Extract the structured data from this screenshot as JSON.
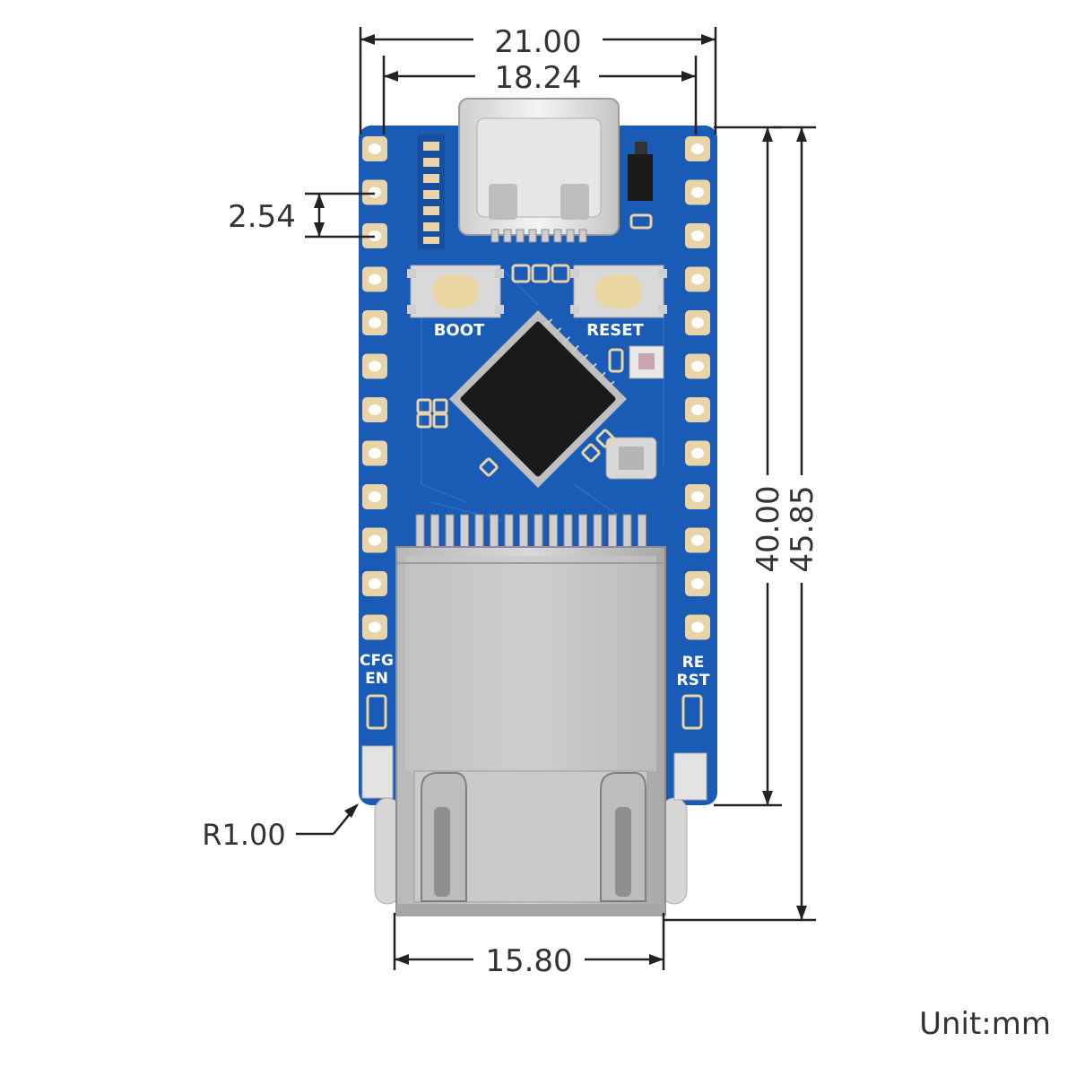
{
  "dimensions": {
    "board_width": "21.00",
    "pin_span": "18.24",
    "pin_pitch": "2.54",
    "pcb_length": "40.00",
    "total_length": "45.85",
    "rj45_width": "15.80",
    "corner_radius": "R1.00"
  },
  "unit": "Unit:mm",
  "silkscreen": {
    "boot": "BOOT",
    "reset": "RESET",
    "cfg_line1": "CFG",
    "cfg_line2": "EN",
    "rerst_line1": "RE",
    "rerst_line2": "RST"
  },
  "colors": {
    "pcb": "#1a5bb5",
    "pad": "#e9d3a8",
    "dimension": "#222222"
  }
}
